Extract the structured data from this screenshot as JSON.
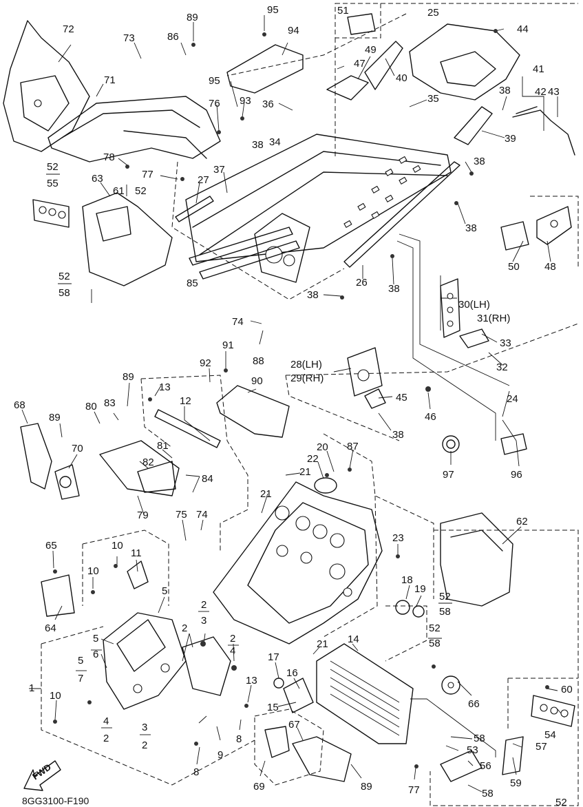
{
  "diagram": {
    "code": "8GG3100-F190",
    "fwd_label": "FWD"
  },
  "callouts": [
    {
      "id": "c95a",
      "text": "95"
    },
    {
      "id": "c89a",
      "text": "89"
    },
    {
      "id": "c51",
      "text": "51"
    },
    {
      "id": "c25",
      "text": "25"
    },
    {
      "id": "c44",
      "text": "44"
    },
    {
      "id": "c72",
      "text": "72"
    },
    {
      "id": "c73",
      "text": "73"
    },
    {
      "id": "c86",
      "text": "86"
    },
    {
      "id": "c94",
      "text": "94"
    },
    {
      "id": "c49",
      "text": "49"
    },
    {
      "id": "c47",
      "text": "47"
    },
    {
      "id": "c40",
      "text": "40"
    },
    {
      "id": "c41",
      "text": "41"
    },
    {
      "id": "c71",
      "text": "71"
    },
    {
      "id": "c95b",
      "text": "95"
    },
    {
      "id": "c93",
      "text": "93"
    },
    {
      "id": "c76",
      "text": "76"
    },
    {
      "id": "c36",
      "text": "36"
    },
    {
      "id": "c35",
      "text": "35"
    },
    {
      "id": "c38a",
      "text": "38"
    },
    {
      "id": "c42",
      "text": "42"
    },
    {
      "id": "c43",
      "text": "43"
    },
    {
      "id": "c34",
      "text": "34"
    },
    {
      "id": "c38b",
      "text": "38"
    },
    {
      "id": "c39",
      "text": "39"
    },
    {
      "id": "c78",
      "text": "78"
    },
    {
      "id": "c52a",
      "text": "52"
    },
    {
      "id": "c55a",
      "text": "55"
    },
    {
      "id": "c37",
      "text": "37"
    },
    {
      "id": "c77a",
      "text": "77"
    },
    {
      "id": "c27",
      "text": "27"
    },
    {
      "id": "c38c",
      "text": "38"
    },
    {
      "id": "c63",
      "text": "63"
    },
    {
      "id": "c61",
      "text": "61"
    },
    {
      "id": "c52b",
      "text": "52"
    },
    {
      "id": "c38d",
      "text": "38"
    },
    {
      "id": "c50",
      "text": "50"
    },
    {
      "id": "c48",
      "text": "48"
    },
    {
      "id": "c52c",
      "text": "52"
    },
    {
      "id": "c58a",
      "text": "58"
    },
    {
      "id": "c85",
      "text": "85"
    },
    {
      "id": "c26",
      "text": "26"
    },
    {
      "id": "c38e",
      "text": "38"
    },
    {
      "id": "c38f",
      "text": "38"
    },
    {
      "id": "c30",
      "text": "30(LH)"
    },
    {
      "id": "c31",
      "text": "31(RH)"
    },
    {
      "id": "c74a",
      "text": "74"
    },
    {
      "id": "c33",
      "text": "33"
    },
    {
      "id": "c91",
      "text": "91"
    },
    {
      "id": "c88",
      "text": "88"
    },
    {
      "id": "c32",
      "text": "32"
    },
    {
      "id": "c92",
      "text": "92"
    },
    {
      "id": "c90",
      "text": "90"
    },
    {
      "id": "c28",
      "text": "28(LH)"
    },
    {
      "id": "c29",
      "text": "29(RH)"
    },
    {
      "id": "c89b",
      "text": "89"
    },
    {
      "id": "c13a",
      "text": "13"
    },
    {
      "id": "c12",
      "text": "12"
    },
    {
      "id": "c24",
      "text": "24"
    },
    {
      "id": "c45",
      "text": "45"
    },
    {
      "id": "c68",
      "text": "68"
    },
    {
      "id": "c80",
      "text": "80"
    },
    {
      "id": "c83",
      "text": "83"
    },
    {
      "id": "c46",
      "text": "46"
    },
    {
      "id": "c89c",
      "text": "89"
    },
    {
      "id": "c38g",
      "text": "38"
    },
    {
      "id": "c70",
      "text": "70"
    },
    {
      "id": "c81",
      "text": "81"
    },
    {
      "id": "c20",
      "text": "20"
    },
    {
      "id": "c87",
      "text": "87"
    },
    {
      "id": "c22",
      "text": "22"
    },
    {
      "id": "c97",
      "text": "97"
    },
    {
      "id": "c96",
      "text": "96"
    },
    {
      "id": "c82",
      "text": "82"
    },
    {
      "id": "c21a",
      "text": "21"
    },
    {
      "id": "c84",
      "text": "84"
    },
    {
      "id": "c79",
      "text": "79"
    },
    {
      "id": "c21b",
      "text": "21"
    },
    {
      "id": "c75",
      "text": "75"
    },
    {
      "id": "c74b",
      "text": "74"
    },
    {
      "id": "c62",
      "text": "62"
    },
    {
      "id": "c23",
      "text": "23"
    },
    {
      "id": "c65",
      "text": "65"
    },
    {
      "id": "c10a",
      "text": "10"
    },
    {
      "id": "c11",
      "text": "11"
    },
    {
      "id": "c10b",
      "text": "10"
    },
    {
      "id": "c5a",
      "text": "5"
    },
    {
      "id": "c18",
      "text": "18"
    },
    {
      "id": "c19",
      "text": "19"
    },
    {
      "id": "c52d",
      "text": "52"
    },
    {
      "id": "c58b",
      "text": "58"
    },
    {
      "id": "c64",
      "text": "64"
    },
    {
      "id": "c2a",
      "text": "2"
    },
    {
      "id": "c3a",
      "text": "3"
    },
    {
      "id": "c52e",
      "text": "52"
    },
    {
      "id": "c58c",
      "text": "58"
    },
    {
      "id": "c5b",
      "text": "5"
    },
    {
      "id": "c6",
      "text": "6"
    },
    {
      "id": "c2b",
      "text": "2"
    },
    {
      "id": "c2c",
      "text": "2"
    },
    {
      "id": "c4a",
      "text": "4"
    },
    {
      "id": "c21c",
      "text": "21"
    },
    {
      "id": "c14",
      "text": "14"
    },
    {
      "id": "c5c",
      "text": "5"
    },
    {
      "id": "c7",
      "text": "7"
    },
    {
      "id": "c1",
      "text": "1"
    },
    {
      "id": "c17",
      "text": "17"
    },
    {
      "id": "c16",
      "text": "16"
    },
    {
      "id": "c13b",
      "text": "13"
    },
    {
      "id": "c10c",
      "text": "10"
    },
    {
      "id": "c15",
      "text": "15"
    },
    {
      "id": "c66",
      "text": "66"
    },
    {
      "id": "c60",
      "text": "60"
    },
    {
      "id": "c4b",
      "text": "4"
    },
    {
      "id": "c2d",
      "text": "2"
    },
    {
      "id": "c3b",
      "text": "3"
    },
    {
      "id": "c2e",
      "text": "2"
    },
    {
      "id": "c9",
      "text": "9"
    },
    {
      "id": "c8a",
      "text": "8"
    },
    {
      "id": "c67",
      "text": "67"
    },
    {
      "id": "c54",
      "text": "54"
    },
    {
      "id": "c58d",
      "text": "58"
    },
    {
      "id": "c53",
      "text": "53"
    },
    {
      "id": "c57",
      "text": "57"
    },
    {
      "id": "c56",
      "text": "56"
    },
    {
      "id": "c8b",
      "text": "8"
    },
    {
      "id": "c69",
      "text": "69"
    },
    {
      "id": "c89d",
      "text": "89"
    },
    {
      "id": "c77b",
      "text": "77"
    },
    {
      "id": "c59",
      "text": "59"
    },
    {
      "id": "c58e",
      "text": "58"
    },
    {
      "id": "c52f",
      "text": "52"
    }
  ]
}
